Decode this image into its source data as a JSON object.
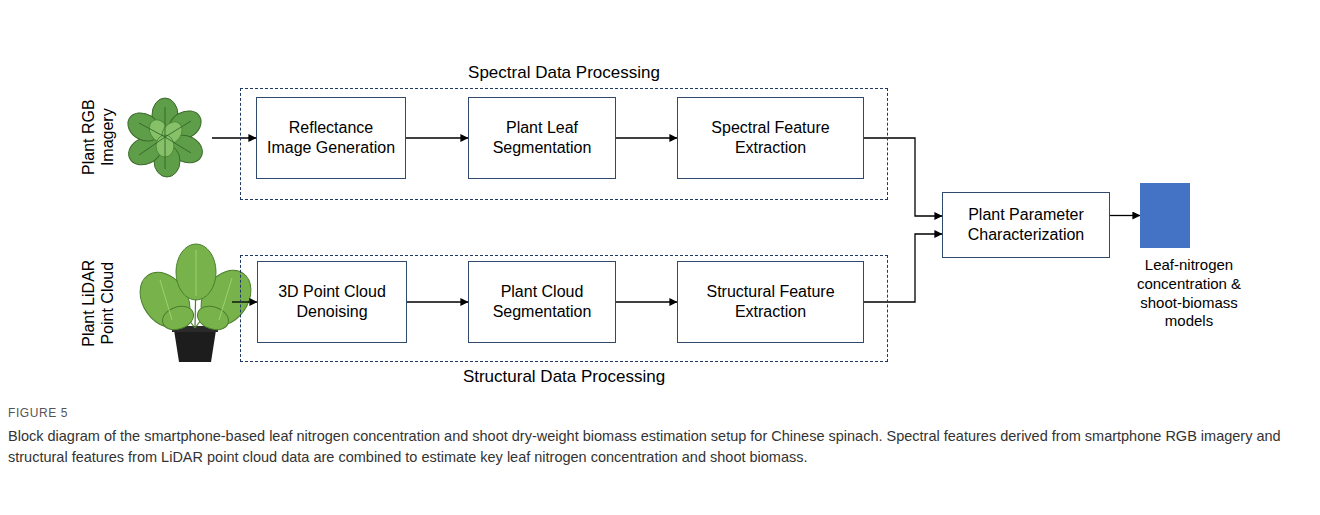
{
  "diagram": {
    "caption": "Block diagram of the smartphone-based leaf nitrogen concentration and shoot dry-weight biomass estimation setup for Chinese spinach. Spectral features derived from smartphone RGB imagery and structural features from LiDAR point cloud data are combined to estimate key leaf nitrogen concentration and shoot biomass.",
    "nodes": [
      {
        "text": [
          "Plant RGB Imagery"
        ]
      },
      {
        "text": [
          "Spectral Data Processing"
        ]
      },
      {
        "text": [
          "Reflectance Image Generation"
        ],
        "in": 1
      },
      {
        "text": [
          "Plant Leaf Segmentation"
        ],
        "in": 1
      },
      {
        "text": [
          "Spectral Feature Extraction"
        ],
        "in": 1
      },
      {
        "text": [
          "Plant LiDAR Point Cloud"
        ]
      },
      {
        "text": [
          "Structural Data Processing"
        ]
      },
      {
        "text": [
          "3D Point Cloud Denoising"
        ],
        "in": 6
      },
      {
        "text": [
          "Plant Cloud Segmentation"
        ],
        "in": 6
      },
      {
        "text": [
          "Structural Feature Extraction"
        ],
        "in": 6
      },
      {
        "text": [
          "Plant Parameter Characterization"
        ]
      },
      {
        "text": [
          "Leaf-nitrogen concentration & shoot-biomass models"
        ]
      }
    ],
    "edges": [
      {
        "from": 0,
        "to": 2,
        "arrow": "to"
      },
      {
        "from": 2,
        "to": 3,
        "arrow": "to"
      },
      {
        "from": 3,
        "to": 4,
        "arrow": "to"
      },
      {
        "from": 4,
        "to": 10,
        "arrow": "to"
      },
      {
        "from": 5,
        "to": 7,
        "arrow": "to"
      },
      {
        "from": 7,
        "to": 8,
        "arrow": "to"
      },
      {
        "from": 8,
        "to": 9,
        "arrow": "to"
      },
      {
        "from": 9,
        "to": 10,
        "arrow": "to"
      },
      {
        "from": 10,
        "to": 11,
        "arrow": "to"
      }
    ],
    "labels": [
      "FIGURE 5"
    ]
  }
}
